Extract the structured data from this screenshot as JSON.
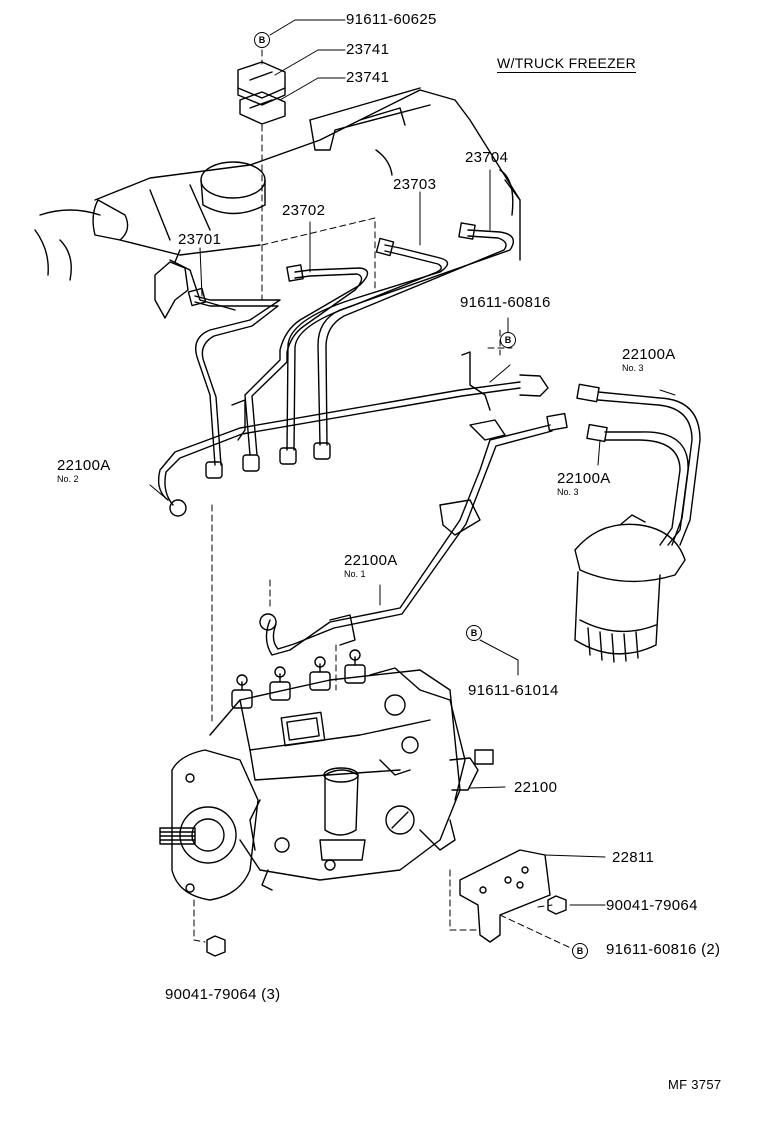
{
  "diagram": {
    "header_note": "W/TRUCK FREEZER",
    "doc_id": "MF 3757",
    "badge_letter": "B",
    "labels": {
      "p91611_60625": "91611-60625",
      "p23741_a": "23741",
      "p23741_b": "23741",
      "p23704": "23704",
      "p23703": "23703",
      "p23702": "23702",
      "p23701": "23701",
      "p91611_60816_top": "91611-60816",
      "p22100A_no3_top": "22100A",
      "p22100A_no3_top_sub": "No. 3",
      "p22100A_no2": "22100A",
      "p22100A_no2_sub": "No. 2",
      "p22100A_no3_mid": "22100A",
      "p22100A_no3_mid_sub": "No. 3",
      "p22100A_no1": "22100A",
      "p22100A_no1_sub": "No. 1",
      "p91611_61014": "91611-61014",
      "p22100": "22100",
      "p22811": "22811",
      "p90041_79064": "90041-79064",
      "p91611_60816_2": "91611-60816 (2)",
      "p90041_79064_3": "90041-79064 (3)"
    }
  }
}
